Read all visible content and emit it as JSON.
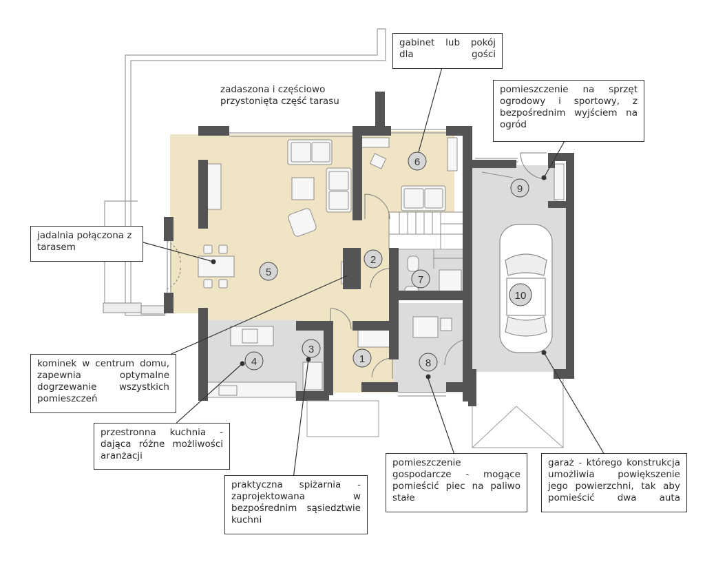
{
  "room_numbers": [
    "1",
    "2",
    "3",
    "4",
    "5",
    "6",
    "7",
    "8",
    "9",
    "10"
  ],
  "colors": {
    "wall": "#545456",
    "living_floor": "#efe5c4",
    "service_floor": "#dcdcdc",
    "leader": "#333333",
    "room_badge": "#d6d6d6"
  },
  "callouts": {
    "study": "gabinet lub pokój dla gości",
    "terrace": "zadaszona i częściowo przystonięta część tarasu",
    "garden_storage": "pomieszczenie na sprzęt ogrodowy i sportowy, z bezpośrednim wyjściem na ogród",
    "dining": "jadalnia połączona z tarasem",
    "fireplace": "kominek w centrum domu, zapewnia optymalne dogrzewanie wszystkich pomieszczeń",
    "kitchen": "przestronna kuchnia - dająca różne możliwości aranżacji",
    "pantry": "praktyczna spiżarnia - zaprojektowana w bezpośrednim sąsiedztwie kuchni",
    "utility": "pomieszczenie gospodarcze - mogące pomieścić piec na paliwo stałe",
    "garage": "garaż - którego konstrukcja umożliwia powiększenie jego powierzchni, tak aby pomieścić dwa auta"
  }
}
